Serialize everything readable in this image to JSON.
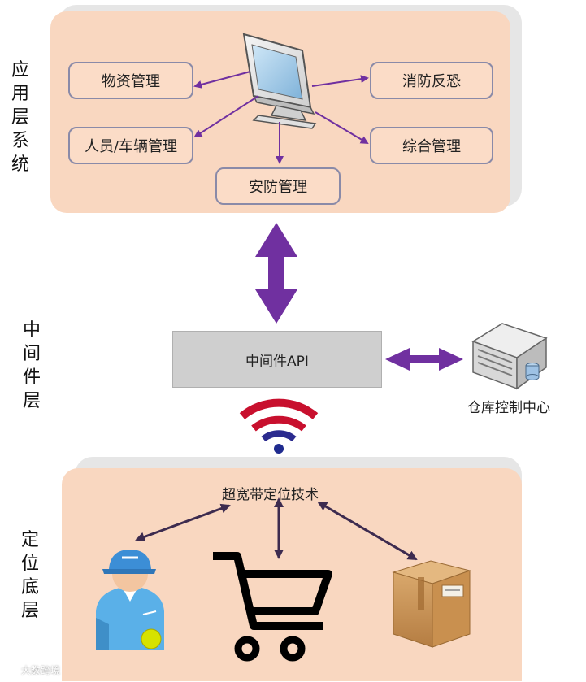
{
  "layers": {
    "application": "应用层系统",
    "middleware": "中间件层",
    "positioning": "定位底层"
  },
  "modules": {
    "materials": "物资管理",
    "personnel_vehicle": "人员/车辆管理",
    "security": "安防管理",
    "fire_terror": "消防反恐",
    "integrated": "综合管理"
  },
  "middleware": {
    "api_label": "中间件API",
    "server_label": "仓库控制中心"
  },
  "positioning": {
    "tech_label": "超宽带定位技术"
  },
  "watermark": "大数跨境",
  "colors": {
    "panel": "#f9d7c0",
    "arrow_purple": "#7030a0",
    "arrow_dark": "#3d2b4f",
    "wifi_red": "#c8102e",
    "wifi_blue": "#1f2b8f"
  },
  "icons": [
    "computer-monitor-icon",
    "server-icon",
    "wifi-icon",
    "worker-icon",
    "shopping-cart-icon",
    "package-box-icon",
    "watermark-logo-icon"
  ]
}
